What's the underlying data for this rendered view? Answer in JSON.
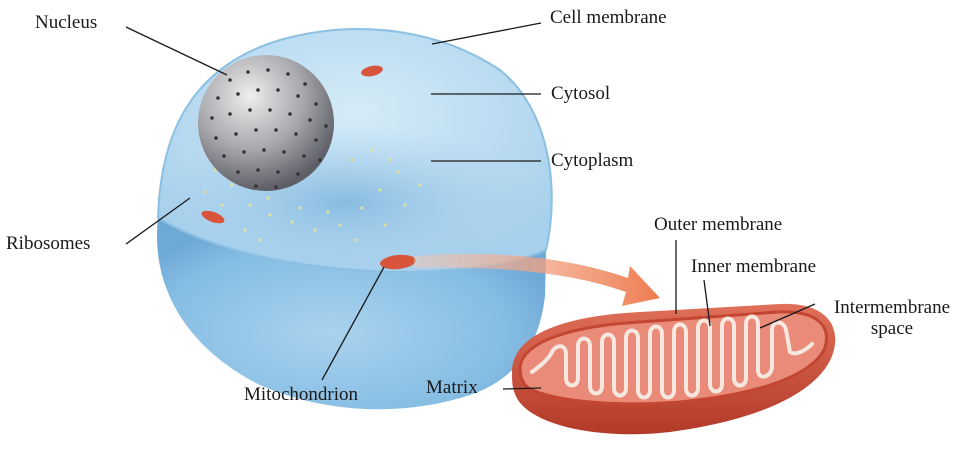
{
  "figure": {
    "labels": {
      "nucleus": "Nucleus",
      "cell_membrane": "Cell membrane",
      "cytosol": "Cytosol",
      "cytoplasm": "Cytoplasm",
      "ribosomes": "Ribosomes",
      "mitochondrion": "Mitochondrion",
      "outer_membrane": "Outer membrane",
      "inner_membrane": "Inner membrane",
      "intermembrane_line1": "Intermembrane",
      "intermembrane_line2": "space",
      "matrix": "Matrix"
    },
    "colors": {
      "cell_body": "#9ecbe8",
      "cell_top": "#bfe0f4",
      "nucleus": "#a8a8ae",
      "mitochondrion": "#d2553f",
      "matrix": "#e98b78",
      "arrow": "#f08a60"
    }
  }
}
